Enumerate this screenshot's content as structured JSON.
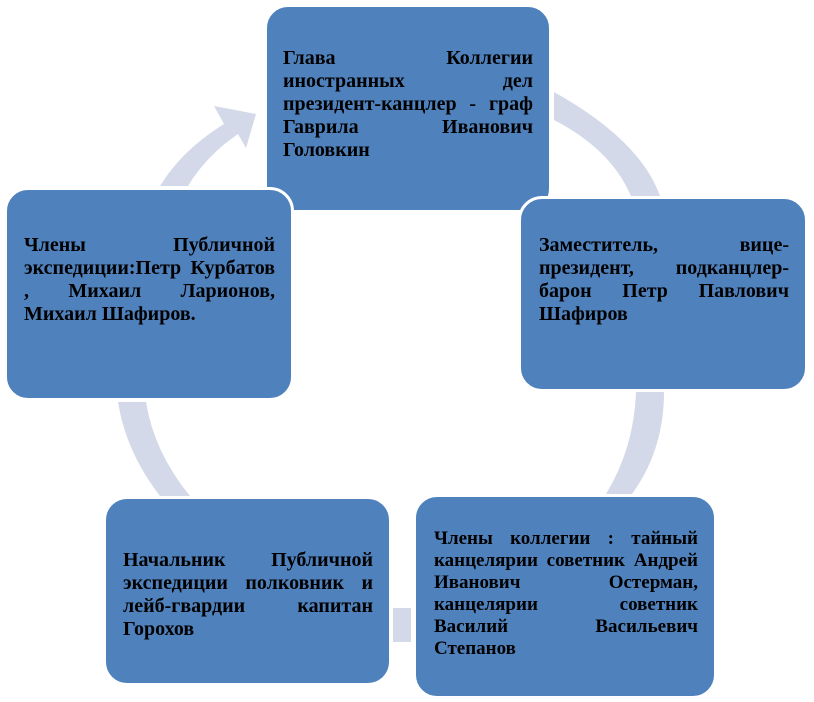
{
  "diagram": {
    "colors": {
      "node_fill": "#4f81bd",
      "node_border": "#ffffff",
      "arrow_fill": "#d3d9e8",
      "text": "#000000"
    },
    "nodes": [
      {
        "id": "head",
        "text": "Глава Коллегии иностранных дел президент-канцлер - граф Гаврила Иванович Головкин"
      },
      {
        "id": "deputy",
        "text": "Заместитель, вице-президент, подканцлер- барон Петр Павлович Шафиров"
      },
      {
        "id": "members",
        "text": "Члены коллегии : тайный канцелярии советник Андрей Иванович Остерман, канцелярии советник Василий Васильевич Степанов"
      },
      {
        "id": "chief",
        "text": "Начальник Публичной экспедиции полковник и лейб-гвардии капитан Горохов"
      },
      {
        "id": "public",
        "text": "Члены Публичной экспедиции:Петр Курбатов , Михаил Ларионов, Михаил Шафиров."
      }
    ],
    "flow": "clockwise cycle"
  }
}
